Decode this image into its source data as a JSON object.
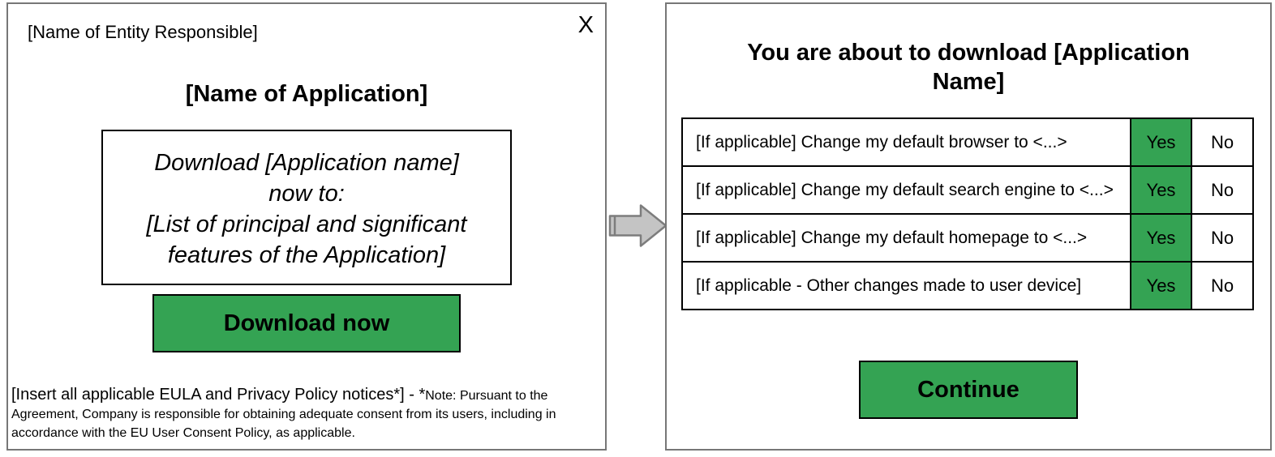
{
  "colors": {
    "green": "#34a353",
    "panel-border": "#777777",
    "arrow-fill": "#c4c4c4",
    "arrow-stroke": "#7d7d7d",
    "text": "#000000",
    "background": "#ffffff"
  },
  "left_panel": {
    "entity_label": "[Name of Entity Responsible]",
    "close_label": "X",
    "app_title": "[Name of Application]",
    "features_lines": [
      "Download [Application name]",
      "now to:",
      "[List of principal and significant",
      "features of the Application]"
    ],
    "download_button": "Download now",
    "notice_large": "[Insert all applicable EULA and Privacy Policy notices*] - *",
    "notice_small": "Note: Pursuant to the Agreement, Company is responsible for obtaining adequate consent from its users, including in accordance with the EU User Consent Policy, as applicable."
  },
  "arrow": {
    "name": "flow-arrow-right"
  },
  "right_panel": {
    "title": "You are about to download [Application Name]",
    "rows": [
      {
        "label": "[If applicable] Change my default browser to <...>",
        "yes": "Yes",
        "no": "No"
      },
      {
        "label": "[If applicable] Change my default search engine to <...>",
        "yes": "Yes",
        "no": "No"
      },
      {
        "label": "[If applicable] Change my default homepage to <...>",
        "yes": "Yes",
        "no": "No"
      },
      {
        "label": "[If applicable - Other changes made to user device]",
        "yes": "Yes",
        "no": "No"
      }
    ],
    "continue_button": "Continue"
  }
}
